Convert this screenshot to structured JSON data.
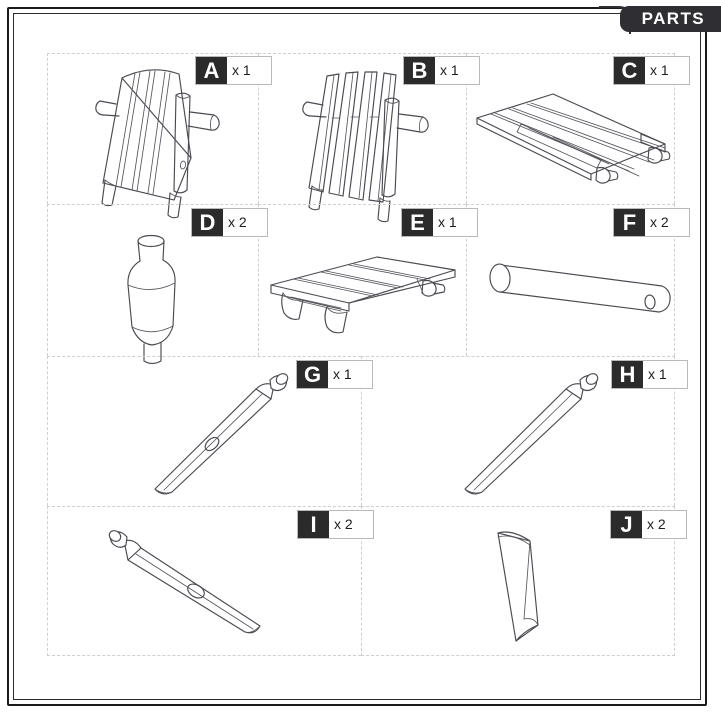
{
  "page": {
    "section_tab": "PARTS"
  },
  "parts": [
    {
      "letter": "A",
      "qty": "x 1",
      "icon": "slatted-panel-solid-icon",
      "name": "part-a"
    },
    {
      "letter": "B",
      "qty": "x 1",
      "icon": "slatted-panel-gapped-icon",
      "name": "part-b"
    },
    {
      "letter": "C",
      "qty": "x 1",
      "icon": "long-slatted-platform-icon",
      "name": "part-c"
    },
    {
      "letter": "D",
      "qty": "x 2",
      "icon": "barrel-spindle-icon",
      "name": "part-d"
    },
    {
      "letter": "E",
      "qty": "x 1",
      "icon": "short-slatted-platform-icon",
      "name": "part-e"
    },
    {
      "letter": "F",
      "qty": "x 2",
      "icon": "plain-dowel-rod-icon",
      "name": "part-f"
    },
    {
      "letter": "G",
      "qty": "x 1",
      "icon": "leg-post-with-hole-right-icon",
      "name": "part-g"
    },
    {
      "letter": "H",
      "qty": "x 1",
      "icon": "leg-post-plain-right-icon",
      "name": "part-h"
    },
    {
      "letter": "I",
      "qty": "x 2",
      "icon": "leg-post-with-hole-left-icon",
      "name": "part-i"
    },
    {
      "letter": "J",
      "qty": "x 2",
      "icon": "flat-wedge-plate-icon",
      "name": "part-j"
    }
  ],
  "colors": {
    "frame": "#1a1a1a",
    "badge_dark": "#2b2b2b",
    "grid_dash": "#cfcfcf",
    "line_art": "#4a4a52",
    "tab_background": "#2f2f33"
  }
}
